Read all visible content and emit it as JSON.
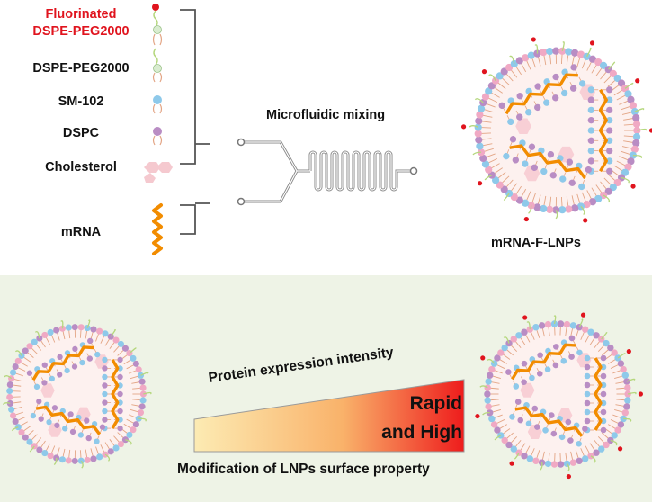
{
  "components": {
    "fluorinated_line1": "Fluorinated",
    "fluorinated_line2": "DSPE-PEG2000",
    "dspe_peg": "DSPE-PEG2000",
    "sm102": "SM-102",
    "dspc": "DSPC",
    "cholesterol": "Cholesterol",
    "mrna": "mRNA"
  },
  "process": {
    "mixing": "Microfluidic mixing"
  },
  "product": {
    "name": "mRNA-F-LNPs"
  },
  "bottom": {
    "axis_label": "Protein expression intensity",
    "result_line1": "Rapid",
    "result_line2": "and High",
    "caption": "Modification of LNPs surface property"
  },
  "colors": {
    "fluorinated_text": "#e0141e",
    "head_blue": "#8ec9ea",
    "head_pink": "#f0a9c4",
    "head_purple": "#b98dc4",
    "tail": "#e3a585",
    "mrna": "#f28c00",
    "fluorine_dot": "#e0141e",
    "peg_green": "#b5d77d",
    "gradient_start": "#fcebb3",
    "gradient_end": "#ee1c1c",
    "panel_bg": "#eef3e6"
  }
}
